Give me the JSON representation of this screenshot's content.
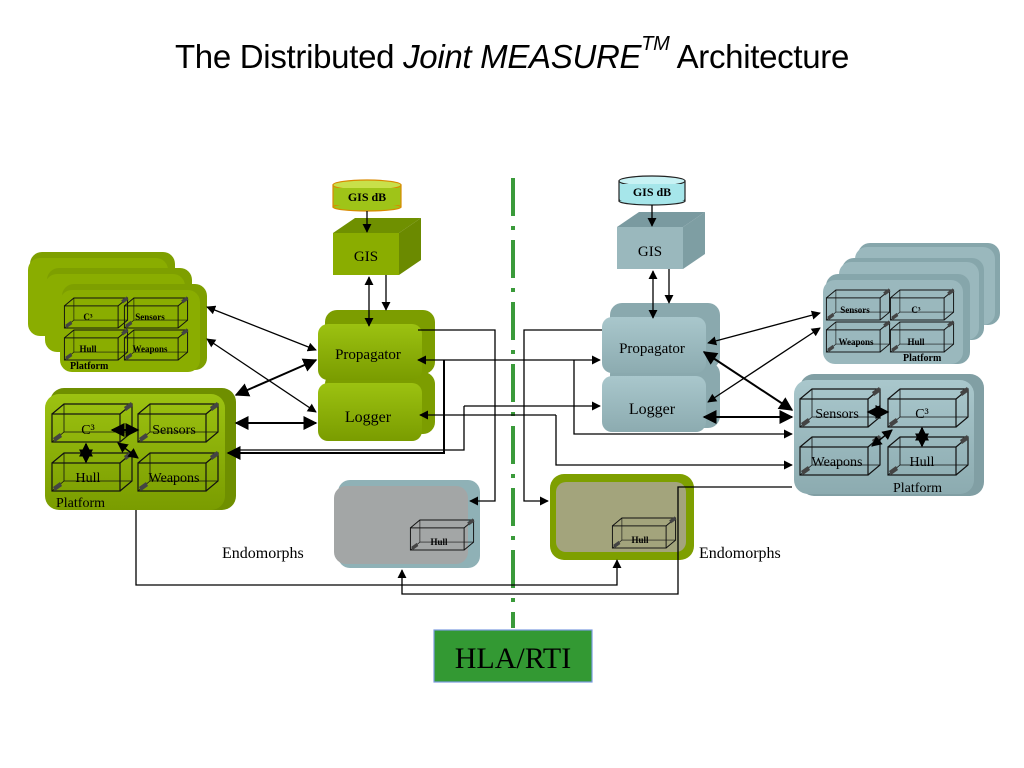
{
  "title": {
    "prefix": "The Distributed ",
    "italic": "Joint MEASURE",
    "superscript": "TM",
    "suffix": " Architecture"
  },
  "colors": {
    "green_side": "#8aad00",
    "green_side_dark": "#5f7a00",
    "teal_side": "#8fb1b6",
    "teal_side_dark": "#6f9196",
    "divider": "#3a9a3a",
    "hla_fill": "#339933"
  },
  "left_side": {
    "gis_db_label": "GIS dB",
    "gis_label": "GIS",
    "propagator_label": "Propagator",
    "logger_label": "Logger",
    "platform_stack": {
      "label": "Platform",
      "components": [
        "C³",
        "Sensors",
        "Hull",
        "Weapons"
      ]
    },
    "platform_main": {
      "label": "Platform",
      "components": [
        "C³",
        "Sensors",
        "Hull",
        "Weapons"
      ]
    },
    "endomorphs": {
      "label": "Endomorphs",
      "component": "Hull"
    }
  },
  "right_side": {
    "gis_db_label": "GIS dB",
    "gis_label": "GIS",
    "propagator_label": "Propagator",
    "logger_label": "Logger",
    "platform_stack": {
      "label": "Platform",
      "components": [
        "Sensors",
        "C³",
        "Weapons",
        "Hull"
      ]
    },
    "platform_main": {
      "label": "Platform",
      "components": [
        "Sensors",
        "C³",
        "Weapons",
        "Hull"
      ]
    },
    "endomorphs": {
      "label": "Endomorphs",
      "component": "Hull"
    }
  },
  "hla_rti_label": "HLA/RTI"
}
